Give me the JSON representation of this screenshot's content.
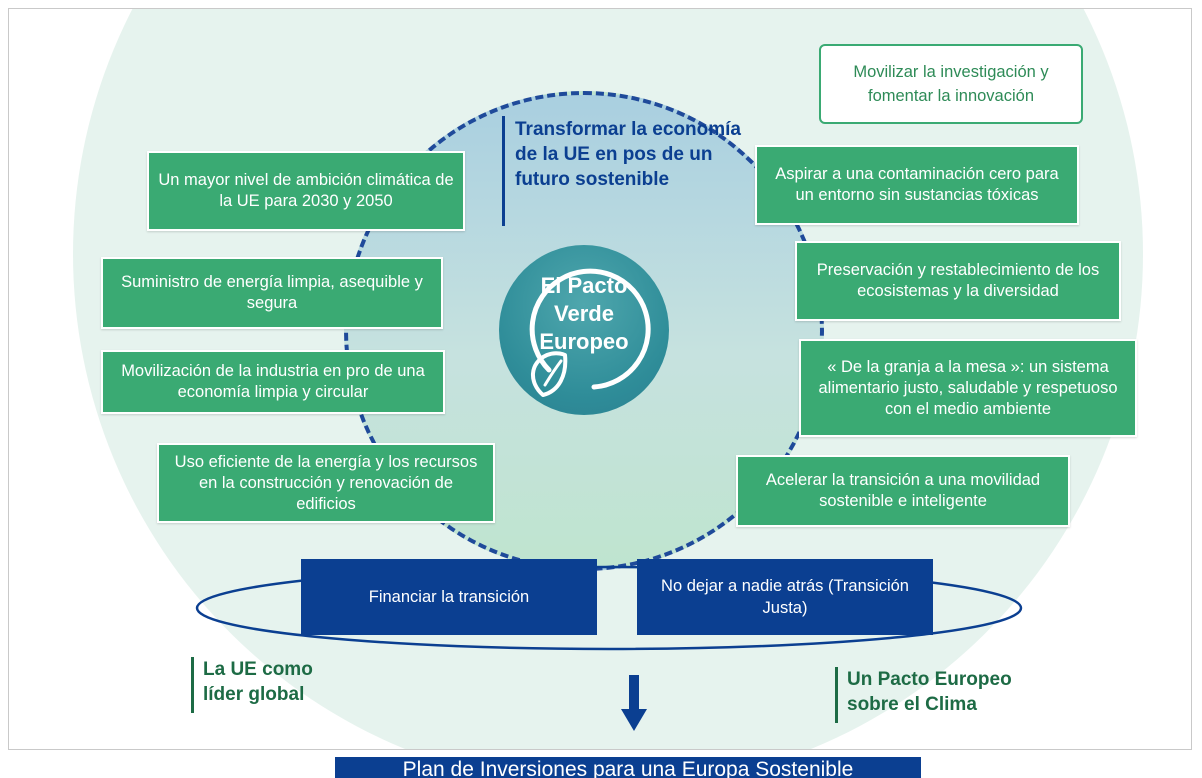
{
  "center_title": "El Pacto Verde Europeo",
  "top_heading": "Transformar la economía de la UE en pos de un futuro sostenible",
  "left_boxes": [
    "Un mayor nivel de ambición climática de la UE para 2030 y 2050",
    "Suministro de energía limpia, asequible y segura",
    "Movilización de la industria en pro de una economía limpia y circular",
    "Uso eficiente de la energía y los recursos en la construcción y renovación de edificios"
  ],
  "outline_box": "Movilizar la investigación y fomentar la innovación",
  "right_boxes": [
    "Aspirar a una contaminación cero para un entorno sin sustancias tóxicas",
    "Preservación y restablecimiento de los ecosistemas y la diversidad",
    "« De la granja a la mesa »: un sistema alimentario justo, saludable y respetuoso con el medio ambiente",
    "Acelerar la transición a una movilidad sostenible e inteligente"
  ],
  "finance_box": "Financiar la transición",
  "just_box": "No dejar a nadie atrás (Transición Justa)",
  "left_heading": "La UE como líder global",
  "right_heading": "Un Pacto Europeo sobre el Clima",
  "footer": "Plan de Inversiones para una Europa Sostenible",
  "colors": {
    "green": "#3aaa73",
    "blue": "#0b3f91",
    "teal": "#2f8d99",
    "heading_green": "#1d6b45"
  },
  "icons": [
    "leaf-icon",
    "down-arrow-icon"
  ]
}
